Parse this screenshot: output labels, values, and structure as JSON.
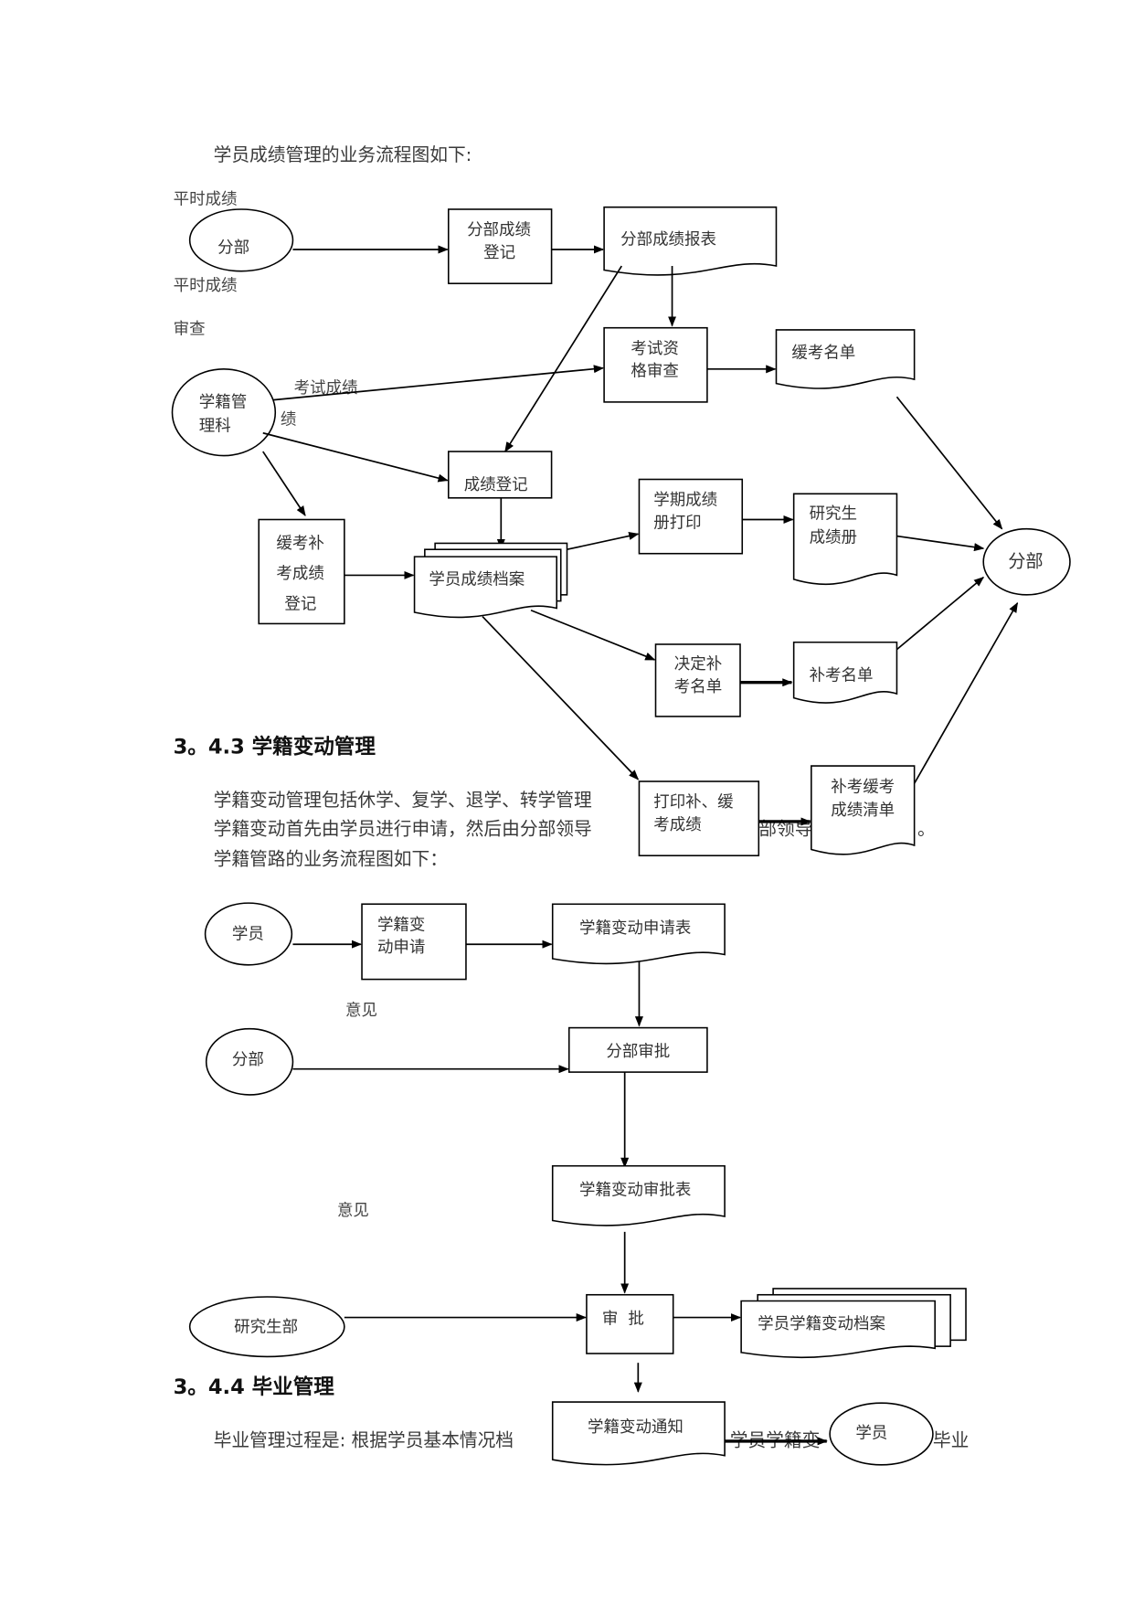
{
  "section1": {
    "intro": "学员成绩管理的业务流程图如下:",
    "side_labels": [
      "平时成绩",
      "平时成绩",
      "审查"
    ],
    "edge_labels": {
      "exam_scores": "考试成绩",
      "partial": "绩"
    },
    "nodes": {
      "branch_left": "分部",
      "branch_score_register": [
        "分部成绩",
        "登记"
      ],
      "branch_score_report": "分部成绩报表",
      "exam_qualification": [
        "考试资",
        "格审查"
      ],
      "deferred_list": "缓考名单",
      "registry_office": [
        "学籍管",
        "理科"
      ],
      "score_register": "成绩登记",
      "makeup_register": [
        "缓考补",
        "考成绩",
        "登记"
      ],
      "score_archive": "学员成绩档案",
      "term_print": [
        "学期成绩",
        "册打印"
      ],
      "grad_book": [
        "研究生",
        "成绩册"
      ],
      "branch_right": "分部",
      "decide_makeup": [
        "决定补",
        "考名单"
      ],
      "makeup_list": "补考名单",
      "print_makeup": [
        "打印补、缓",
        "考成绩"
      ],
      "makeup_detail": [
        "补考缓考",
        "成绩清单"
      ]
    }
  },
  "section2": {
    "heading": "3。4.3 学籍变动管理",
    "para": [
      "学籍变动管理包括休学、复学、退学、转学管理",
      "学籍变动首先由学员进行申请，然后由分部领导",
      "部领导",
      "。",
      "学籍管路的业务流程图如下："
    ],
    "edge_labels": [
      "意见",
      "意见"
    ],
    "nodes": {
      "student": "学员",
      "apply": [
        "学籍变",
        "动申请"
      ],
      "apply_form": "学籍变动申请表",
      "branch": "分部",
      "branch_approve": "分部审批",
      "approve_form": "学籍变动审批表",
      "grad_dept": "研究生部",
      "approve": "审  批",
      "change_archive": "学员学籍变动档案",
      "change_notice": "学籍变动通知",
      "student_end": "学员"
    }
  },
  "section3": {
    "heading": "3。4.4 毕业管理",
    "para": [
      "毕业管理过程是: 根据学员基本情况档",
      "学员学籍变",
      "毕业"
    ]
  }
}
